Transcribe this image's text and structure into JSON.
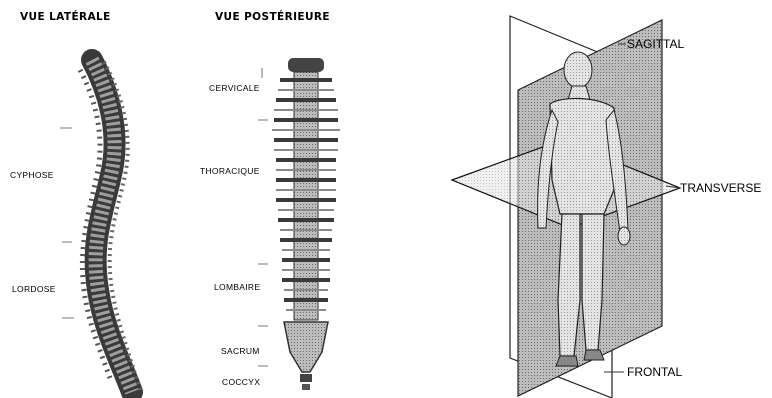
{
  "spine": {
    "lateral_title": "VUE LATÉRALE",
    "posterior_title": "VUE POSTÉRIEURE",
    "lateral_labels": {
      "kyphosis": "CYPHOSE",
      "lordosis": "LORDOSE"
    },
    "posterior_labels": {
      "cervical": "CERVICALE",
      "thoracic": "THORACIQUE",
      "lumbar": "LOMBAIRE",
      "sacrum": "SACRUM",
      "coccyx": "COCCYX"
    }
  },
  "planes": {
    "sagittal": "SAGITTAL",
    "transverse": "TRANSVERSE",
    "frontal": "FRONTAL"
  }
}
